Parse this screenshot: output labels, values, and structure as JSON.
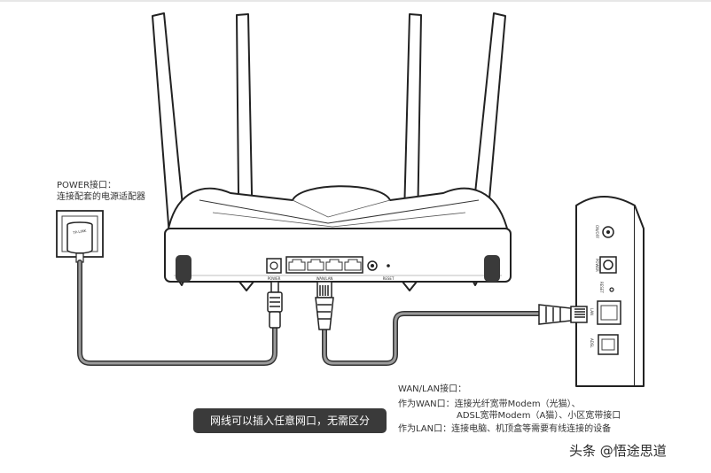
{
  "power_port": {
    "title": "POWER接口：",
    "desc": "连接配套的电源适配器"
  },
  "wan_lan": {
    "title": "WAN/LAN接口：",
    "wan_line1": "作为WAN口：连接光纤宽带Modem（光猫）、",
    "wan_line2": "ADSL宽带Modem（A猫）、小区宽带接口",
    "lan_line": "作为LAN口：连接电脑、机顶盒等需要有线连接的设备"
  },
  "note": "网线可以插入任意网口，无需区分",
  "watermark": "头条 @悟途思道",
  "router_labels": {
    "power": "POWER",
    "ports": "WAN/LAN",
    "reset": "RESET"
  },
  "modem_labels": {
    "onoff": "ON/OFF",
    "power": "POWER",
    "reset": "RESET",
    "lan": "LAN",
    "adsl": "ADSL"
  },
  "adapter_brand": "TP-LINK"
}
